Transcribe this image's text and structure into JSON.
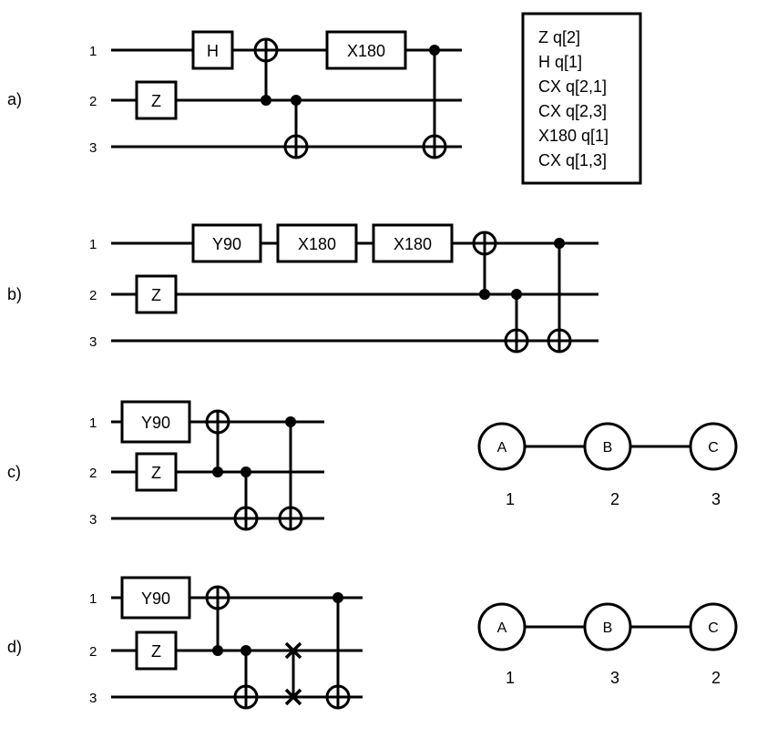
{
  "circuits": [
    {
      "label": "a)",
      "wire_labels": [
        "1",
        "2",
        "3"
      ],
      "gates": [
        {
          "type": "box",
          "label": "Z"
        },
        {
          "type": "box",
          "label": "H"
        },
        {
          "type": "cnot",
          "control": "2",
          "target": "1"
        },
        {
          "type": "cnot",
          "control": "2",
          "target": "3"
        },
        {
          "type": "box",
          "label": "X180"
        },
        {
          "type": "cnot",
          "control": "1",
          "target": "3"
        }
      ],
      "program": [
        "Z q[2]",
        "H q[1]",
        "CX q[2,1]",
        "CX q[2,3]",
        "X180 q[1]",
        "CX q[1,3]"
      ]
    },
    {
      "label": "b)",
      "wire_labels": [
        "1",
        "2",
        "3"
      ],
      "gates": [
        {
          "type": "box",
          "label": "Z"
        },
        {
          "type": "box",
          "label": "Y90"
        },
        {
          "type": "box",
          "label": "X180"
        },
        {
          "type": "box",
          "label": "X180"
        },
        {
          "type": "cnot",
          "control": "2",
          "target": "1"
        },
        {
          "type": "cnot",
          "control": "2",
          "target": "3"
        },
        {
          "type": "cnot",
          "control": "1",
          "target": "3"
        }
      ]
    },
    {
      "label": "c)",
      "wire_labels": [
        "1",
        "2",
        "3"
      ],
      "gates": [
        {
          "type": "box",
          "label": "Y90"
        },
        {
          "type": "box",
          "label": "Z"
        },
        {
          "type": "cnot",
          "control": "2",
          "target": "1"
        },
        {
          "type": "cnot",
          "control": "2",
          "target": "3"
        },
        {
          "type": "cnot",
          "control": "1",
          "target": "3"
        }
      ],
      "graph": {
        "nodes": [
          "A",
          "B",
          "C"
        ],
        "mapping": [
          "1",
          "2",
          "3"
        ]
      }
    },
    {
      "label": "d)",
      "wire_labels": [
        "1",
        "2",
        "3"
      ],
      "gates": [
        {
          "type": "box",
          "label": "Y90"
        },
        {
          "type": "box",
          "label": "Z"
        },
        {
          "type": "cnot",
          "control": "2",
          "target": "1"
        },
        {
          "type": "cnot",
          "control": "2",
          "target": "3"
        },
        {
          "type": "swap",
          "qubits": [
            "2",
            "3"
          ]
        },
        {
          "type": "cnot",
          "control": "1",
          "target": "3"
        }
      ],
      "graph": {
        "nodes": [
          "A",
          "B",
          "C"
        ],
        "mapping": [
          "1",
          "3",
          "2"
        ]
      }
    }
  ]
}
